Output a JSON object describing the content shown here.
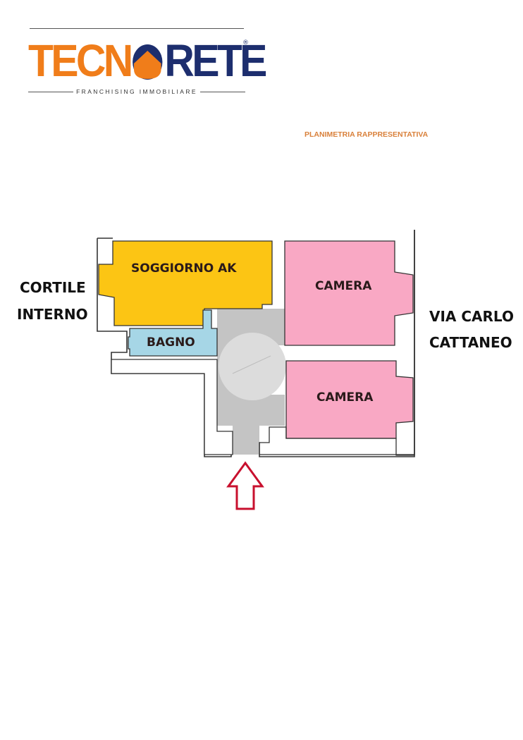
{
  "logo": {
    "brand_part1": "TECN",
    "brand_part2": "RETE",
    "registered_mark": "®",
    "tagline": "FRANCHISING IMMOBILIARE",
    "colors": {
      "orange": "#f07d1a",
      "navy": "#1d2e6e"
    }
  },
  "document": {
    "subtitle": "PLANIMETRIA RAPPRESENTATIVA"
  },
  "floorplan": {
    "rooms": [
      {
        "id": "soggiorno",
        "label": "SOGGIORNO AK",
        "color": "#fcc514"
      },
      {
        "id": "bagno",
        "label": "BAGNO",
        "color": "#a6d6e6"
      },
      {
        "id": "camera-1",
        "label": "CAMERA",
        "color": "#f9a8c4"
      },
      {
        "id": "camera-2",
        "label": "CAMERA",
        "color": "#f9a8c4"
      },
      {
        "id": "ingresso",
        "label": "",
        "color": "#c4c4c4"
      }
    ],
    "exterior_labels": {
      "left_line1": "CORTILE",
      "left_line2": "INTERNO",
      "right_line1": "VIA CARLO",
      "right_line2": "CATTANEO"
    },
    "entrance_arrow_color": "#c8102e",
    "wall_color": "#333333"
  }
}
